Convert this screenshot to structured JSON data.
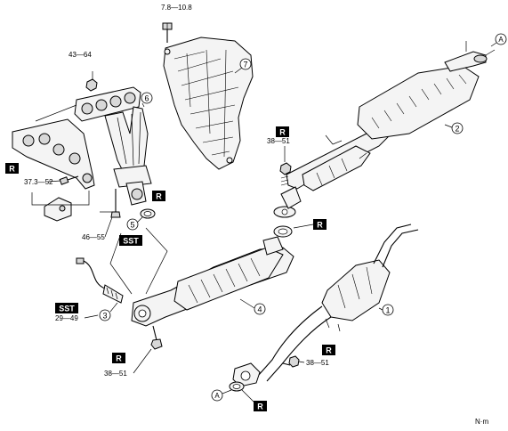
{
  "torques": {
    "bolt_top": "7.8—10.8",
    "manifold_nut": "43—64",
    "manifold_bolt": "37.3—52",
    "lower_bolt": "46—55",
    "mid_nut": "38—51",
    "sensor": "29—49",
    "front_nut": "38—51",
    "rear_nut": "38—51"
  },
  "callouts": [
    "1",
    "2",
    "3",
    "4",
    "5",
    "6",
    "7"
  ],
  "badges": {
    "replace": "R",
    "special_tool": "SST"
  },
  "connection_marker": "A",
  "unit": "N·m"
}
